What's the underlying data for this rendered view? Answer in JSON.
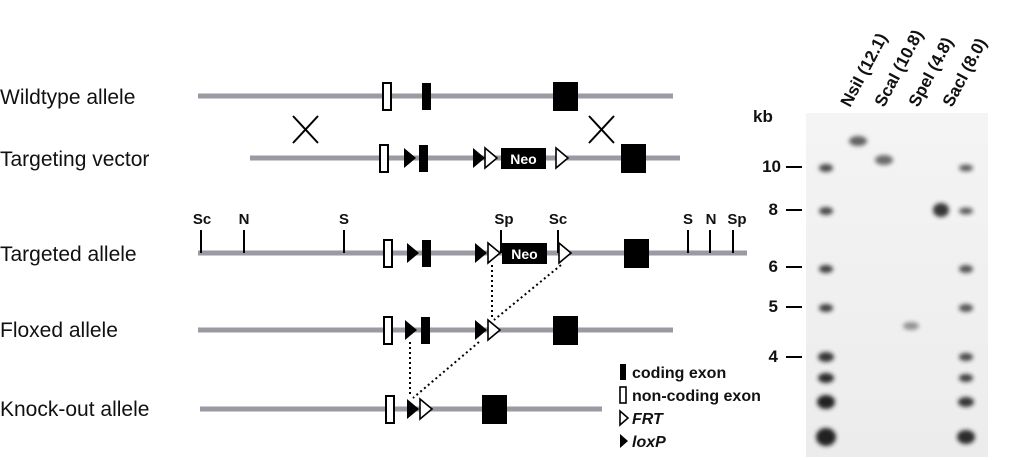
{
  "alleles": [
    {
      "id": "wildtype",
      "label": "Wildtype allele"
    },
    {
      "id": "targeting-vector",
      "label": "Targeting vector"
    },
    {
      "id": "targeted",
      "label": "Targeted allele"
    },
    {
      "id": "floxed",
      "label": "Floxed allele"
    },
    {
      "id": "knockout",
      "label": "Knock-out allele"
    }
  ],
  "cassette_label": "Neo",
  "restriction_sites": {
    "sc_left": "Sc",
    "n_left": "N",
    "s_left": "S",
    "sp_mid": "Sp",
    "sc_mid": "Sc",
    "s_right": "S",
    "n_right": "N",
    "sp_right": "Sp"
  },
  "legend": [
    {
      "id": "coding-exon",
      "label": "coding exon"
    },
    {
      "id": "non-coding-exon",
      "label": "non-coding exon"
    },
    {
      "id": "frt",
      "label": "FRT"
    },
    {
      "id": "loxp",
      "label": "loxP"
    }
  ],
  "blot": {
    "unit": "kb",
    "lanes": [
      "NsiI (12.1)",
      "ScaI (10.8)",
      "SpeI (4.8)",
      "SacI (8.0)"
    ],
    "size_markers": [
      "10",
      "8",
      "6",
      "5",
      "4"
    ]
  },
  "colors": {
    "line": "#9a9aa2",
    "exon": "#000000",
    "blot_bg": "#f1f1f1"
  }
}
